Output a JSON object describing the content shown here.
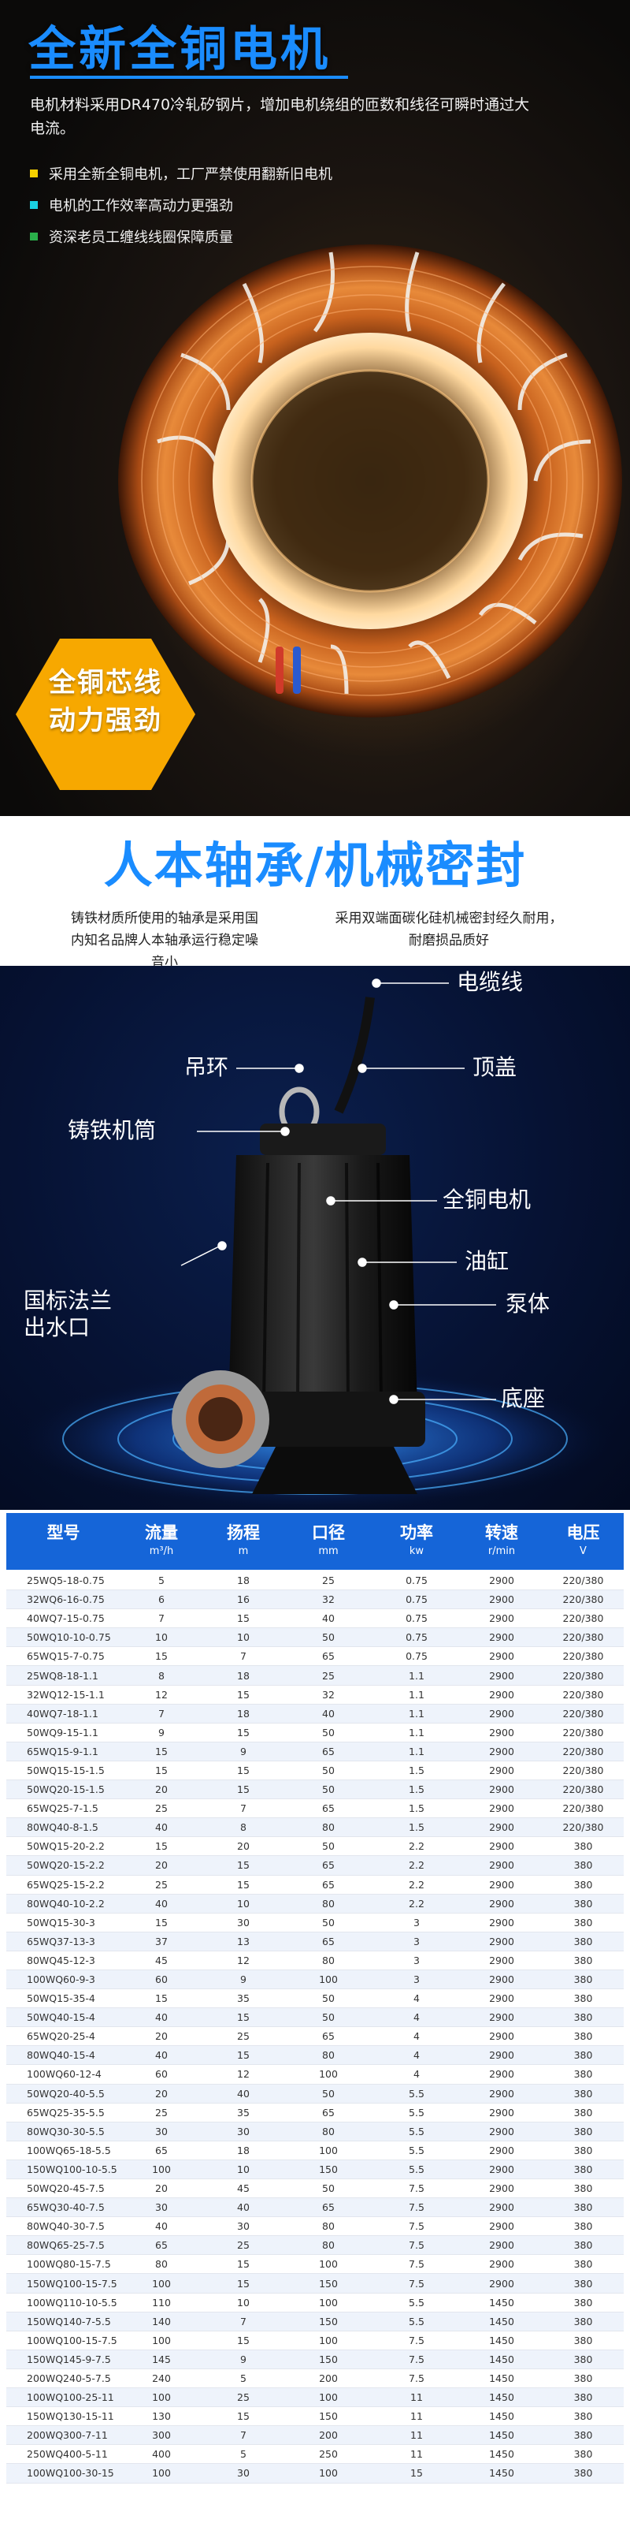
{
  "motor_section": {
    "title": "全新全铜电机",
    "description": "电机材料采用DR470冷轧矽钢片，增加电机绕组的匝数和线径可瞬时通过大电流。",
    "bullets": [
      {
        "text": "采用全新全铜电机，工厂严禁使用翻新旧电机",
        "color": "#f5d000"
      },
      {
        "text": "电机的工作效率高动力更强劲",
        "color": "#1ad0e0"
      },
      {
        "text": "资深老员工缠线线圈保障质量",
        "color": "#2ab04a"
      }
    ],
    "badge_line1": "全铜芯线",
    "badge_line2": "动力强劲",
    "badge_color": "#f7a800"
  },
  "bearing_section": {
    "title": "人本轴承/机械密封",
    "left_text": "铸铁材质所使用的轴承是采用国内知名品牌人本轴承运行稳定噪音小",
    "right_text": "采用双端面碳化硅机械密封经久耐用，耐磨损品质好"
  },
  "pump_section": {
    "labels": {
      "cable": "电缆线",
      "ring": "吊环",
      "top_cover": "顶盖",
      "cast_iron": "铸铁机筒",
      "motor": "全铜电机",
      "oil_tank": "油缸",
      "flange_line1": "国标法兰",
      "flange_line2": "出水口",
      "pump_body": "泵体",
      "base": "底座"
    }
  },
  "spec_table": {
    "headers": [
      {
        "label": "型号",
        "unit": ""
      },
      {
        "label": "流量",
        "unit": "m³/h"
      },
      {
        "label": "扬程",
        "unit": "m"
      },
      {
        "label": "口径",
        "unit": "mm"
      },
      {
        "label": "功率",
        "unit": "kw"
      },
      {
        "label": "转速",
        "unit": "r/min"
      },
      {
        "label": "电压",
        "unit": "V"
      }
    ],
    "rows": [
      [
        "25WQ5-18-0.75",
        "5",
        "18",
        "25",
        "0.75",
        "2900",
        "220/380"
      ],
      [
        "32WQ6-16-0.75",
        "6",
        "16",
        "32",
        "0.75",
        "2900",
        "220/380"
      ],
      [
        "40WQ7-15-0.75",
        "7",
        "15",
        "40",
        "0.75",
        "2900",
        "220/380"
      ],
      [
        "50WQ10-10-0.75",
        "10",
        "10",
        "50",
        "0.75",
        "2900",
        "220/380"
      ],
      [
        "65WQ15-7-0.75",
        "15",
        "7",
        "65",
        "0.75",
        "2900",
        "220/380"
      ],
      [
        "25WQ8-18-1.1",
        "8",
        "18",
        "25",
        "1.1",
        "2900",
        "220/380"
      ],
      [
        "32WQ12-15-1.1",
        "12",
        "15",
        "32",
        "1.1",
        "2900",
        "220/380"
      ],
      [
        "40WQ7-18-1.1",
        "7",
        "18",
        "40",
        "1.1",
        "2900",
        "220/380"
      ],
      [
        "50WQ9-15-1.1",
        "9",
        "15",
        "50",
        "1.1",
        "2900",
        "220/380"
      ],
      [
        "65WQ15-9-1.1",
        "15",
        "9",
        "65",
        "1.1",
        "2900",
        "220/380"
      ],
      [
        "50WQ15-15-1.5",
        "15",
        "15",
        "50",
        "1.5",
        "2900",
        "220/380"
      ],
      [
        "50WQ20-15-1.5",
        "20",
        "15",
        "50",
        "1.5",
        "2900",
        "220/380"
      ],
      [
        "65WQ25-7-1.5",
        "25",
        "7",
        "65",
        "1.5",
        "2900",
        "220/380"
      ],
      [
        "80WQ40-8-1.5",
        "40",
        "8",
        "80",
        "1.5",
        "2900",
        "220/380"
      ],
      [
        "50WQ15-20-2.2",
        "15",
        "20",
        "50",
        "2.2",
        "2900",
        "380"
      ],
      [
        "50WQ20-15-2.2",
        "20",
        "15",
        "65",
        "2.2",
        "2900",
        "380"
      ],
      [
        "65WQ25-15-2.2",
        "25",
        "15",
        "65",
        "2.2",
        "2900",
        "380"
      ],
      [
        "80WQ40-10-2.2",
        "40",
        "10",
        "80",
        "2.2",
        "2900",
        "380"
      ],
      [
        "50WQ15-30-3",
        "15",
        "30",
        "50",
        "3",
        "2900",
        "380"
      ],
      [
        "65WQ37-13-3",
        "37",
        "13",
        "65",
        "3",
        "2900",
        "380"
      ],
      [
        "80WQ45-12-3",
        "45",
        "12",
        "80",
        "3",
        "2900",
        "380"
      ],
      [
        "100WQ60-9-3",
        "60",
        "9",
        "100",
        "3",
        "2900",
        "380"
      ],
      [
        "50WQ15-35-4",
        "15",
        "35",
        "50",
        "4",
        "2900",
        "380"
      ],
      [
        "50WQ40-15-4",
        "40",
        "15",
        "50",
        "4",
        "2900",
        "380"
      ],
      [
        "65WQ20-25-4",
        "20",
        "25",
        "65",
        "4",
        "2900",
        "380"
      ],
      [
        "80WQ40-15-4",
        "40",
        "15",
        "80",
        "4",
        "2900",
        "380"
      ],
      [
        "100WQ60-12-4",
        "60",
        "12",
        "100",
        "4",
        "2900",
        "380"
      ],
      [
        "50WQ20-40-5.5",
        "20",
        "40",
        "50",
        "5.5",
        "2900",
        "380"
      ],
      [
        "65WQ25-35-5.5",
        "25",
        "35",
        "65",
        "5.5",
        "2900",
        "380"
      ],
      [
        "80WQ30-30-5.5",
        "30",
        "30",
        "80",
        "5.5",
        "2900",
        "380"
      ],
      [
        "100WQ65-18-5.5",
        "65",
        "18",
        "100",
        "5.5",
        "2900",
        "380"
      ],
      [
        "150WQ100-10-5.5",
        "100",
        "10",
        "150",
        "5.5",
        "2900",
        "380"
      ],
      [
        "50WQ20-45-7.5",
        "20",
        "45",
        "50",
        "7.5",
        "2900",
        "380"
      ],
      [
        "65WQ30-40-7.5",
        "30",
        "40",
        "65",
        "7.5",
        "2900",
        "380"
      ],
      [
        "80WQ40-30-7.5",
        "40",
        "30",
        "80",
        "7.5",
        "2900",
        "380"
      ],
      [
        "80WQ65-25-7.5",
        "65",
        "25",
        "80",
        "7.5",
        "2900",
        "380"
      ],
      [
        "100WQ80-15-7.5",
        "80",
        "15",
        "100",
        "7.5",
        "2900",
        "380"
      ],
      [
        "150WQ100-15-7.5",
        "100",
        "15",
        "150",
        "7.5",
        "2900",
        "380"
      ],
      [
        "100WQ110-10-5.5",
        "110",
        "10",
        "100",
        "5.5",
        "1450",
        "380"
      ],
      [
        "150WQ140-7-5.5",
        "140",
        "7",
        "150",
        "5.5",
        "1450",
        "380"
      ],
      [
        "100WQ100-15-7.5",
        "100",
        "15",
        "100",
        "7.5",
        "1450",
        "380"
      ],
      [
        "150WQ145-9-7.5",
        "145",
        "9",
        "150",
        "7.5",
        "1450",
        "380"
      ],
      [
        "200WQ240-5-7.5",
        "240",
        "5",
        "200",
        "7.5",
        "1450",
        "380"
      ],
      [
        "100WQ100-25-11",
        "100",
        "25",
        "100",
        "11",
        "1450",
        "380"
      ],
      [
        "150WQ130-15-11",
        "130",
        "15",
        "150",
        "11",
        "1450",
        "380"
      ],
      [
        "200WQ300-7-11",
        "300",
        "7",
        "200",
        "11",
        "1450",
        "380"
      ],
      [
        "250WQ400-5-11",
        "400",
        "5",
        "250",
        "11",
        "1450",
        "380"
      ],
      [
        "100WQ100-30-15",
        "100",
        "30",
        "100",
        "15",
        "1450",
        "380"
      ]
    ]
  }
}
